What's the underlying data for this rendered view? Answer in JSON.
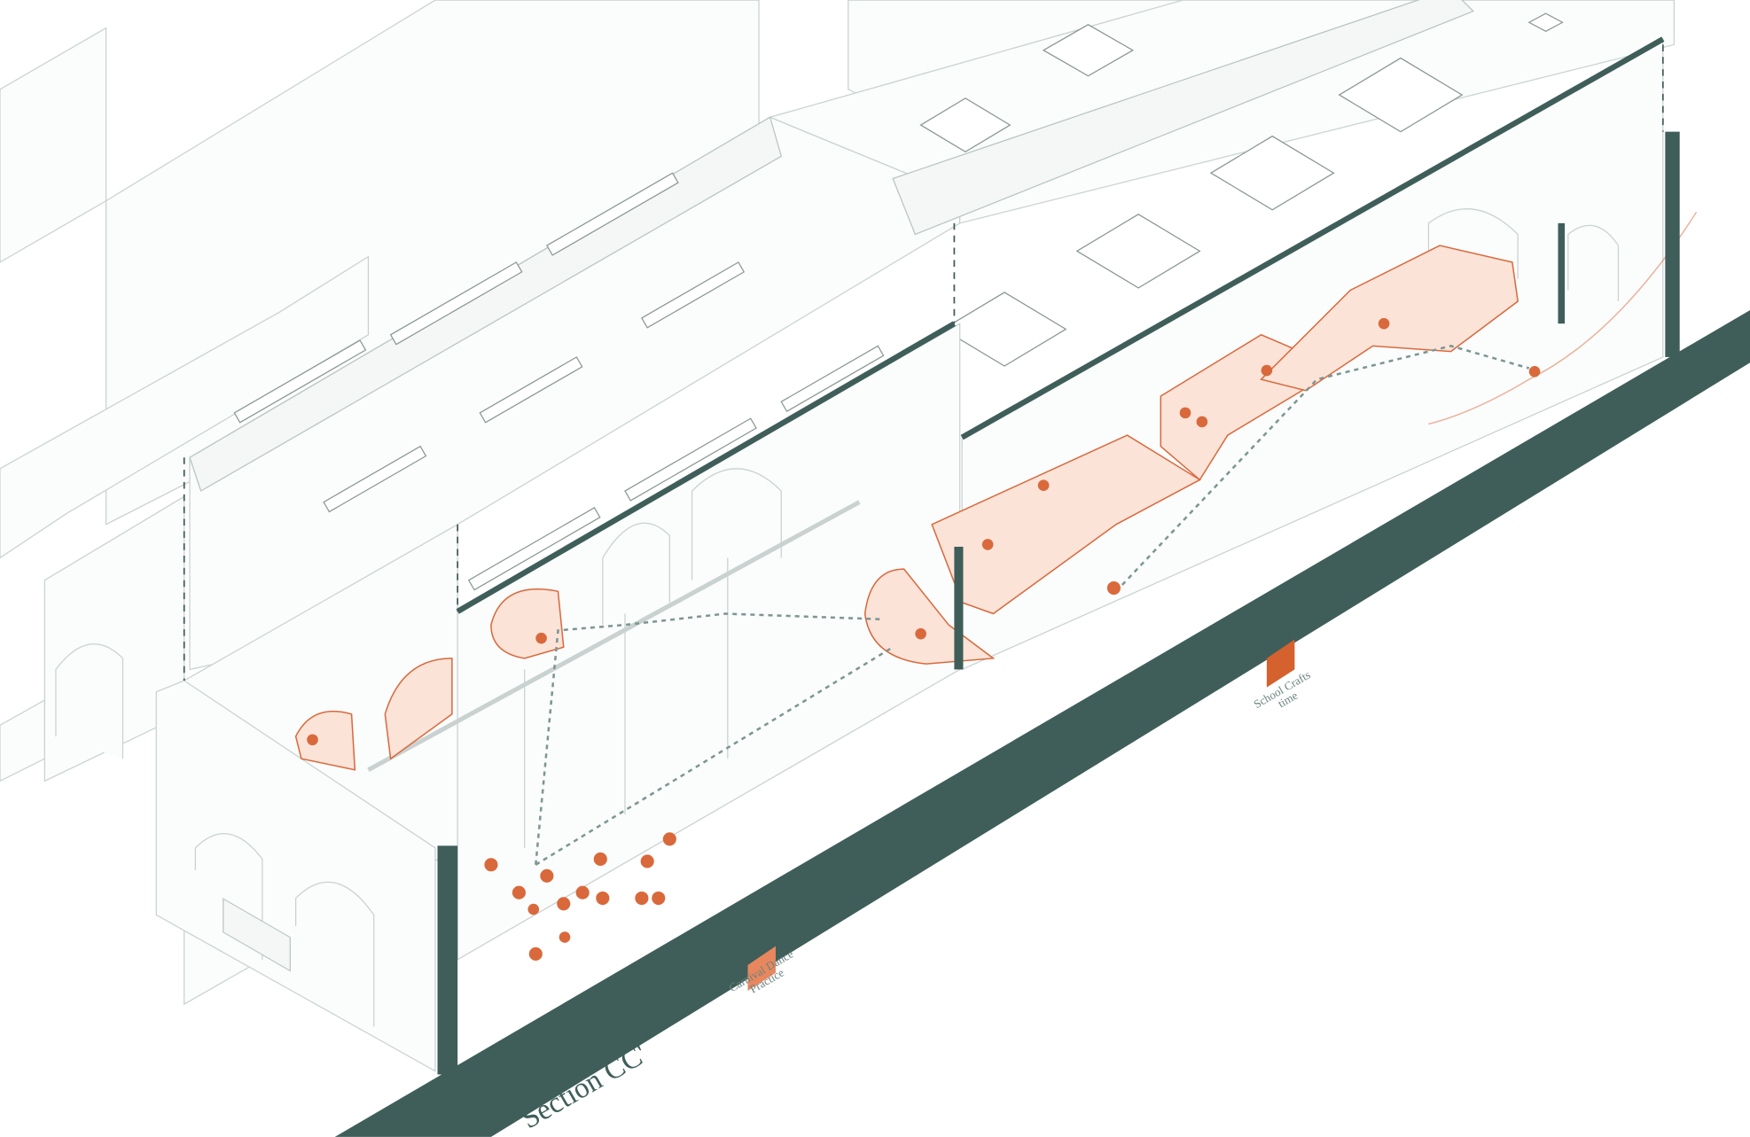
{
  "section_title": "Section CC'",
  "legend": [
    {
      "label_line1": "Carnival Dance",
      "label_line2": "Practice",
      "color": "#e8875e"
    },
    {
      "label_line1": "School Crafts",
      "label_line2": "time",
      "color": "#d4612e"
    }
  ],
  "colors": {
    "section_cut": "#3f5e5a",
    "activity": "#d9693b",
    "building_line": "#c9d2d0"
  }
}
